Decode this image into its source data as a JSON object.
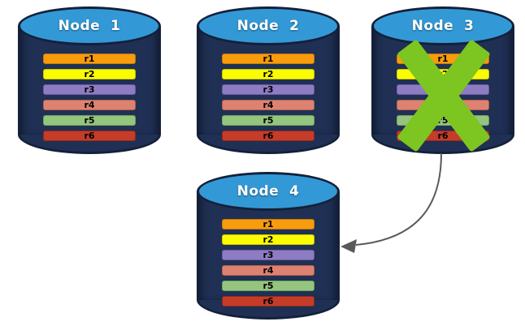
{
  "diagram": {
    "background": "#FFFFFF",
    "nodes": [
      {
        "id": "node-1",
        "label": "Node  1",
        "failed": false,
        "replicas": [
          "r1",
          "r2",
          "r3",
          "r4",
          "r5",
          "r6"
        ]
      },
      {
        "id": "node-2",
        "label": "Node  2",
        "failed": false,
        "replicas": [
          "r1",
          "r2",
          "r3",
          "r4",
          "r5",
          "r6"
        ]
      },
      {
        "id": "node-3",
        "label": "Node  3",
        "failed": true,
        "replicas": [
          "r1",
          "r2",
          "r3",
          "r4",
          "r5",
          "r6"
        ]
      },
      {
        "id": "node-4",
        "label": "Node  4",
        "failed": false,
        "replicas": [
          "r1",
          "r2",
          "r3",
          "r4",
          "r5",
          "r6"
        ]
      }
    ],
    "replica_colors": [
      {
        "fill": "#F89B0D",
        "border": "#C3790A"
      },
      {
        "fill": "#FBFB02",
        "border": "#C6C600"
      },
      {
        "fill": "#8E7CC3",
        "border": "#6C5CA3"
      },
      {
        "fill": "#DD8271",
        "border": "#B25F4E"
      },
      {
        "fill": "#94C47E",
        "border": "#6FA35C"
      },
      {
        "fill": "#C53C28",
        "border": "#92291A"
      }
    ],
    "node_colors": {
      "body": "#1F3054",
      "edge": "#14203A",
      "top": "#3399D6",
      "label_text": "#FFFFFF",
      "replica_text": "#000000"
    },
    "failure_cross": {
      "color": "#7DC521",
      "node": "node-3"
    },
    "failover_arrow": {
      "from": "node-3",
      "to": "node-4",
      "color": "#595959"
    }
  }
}
